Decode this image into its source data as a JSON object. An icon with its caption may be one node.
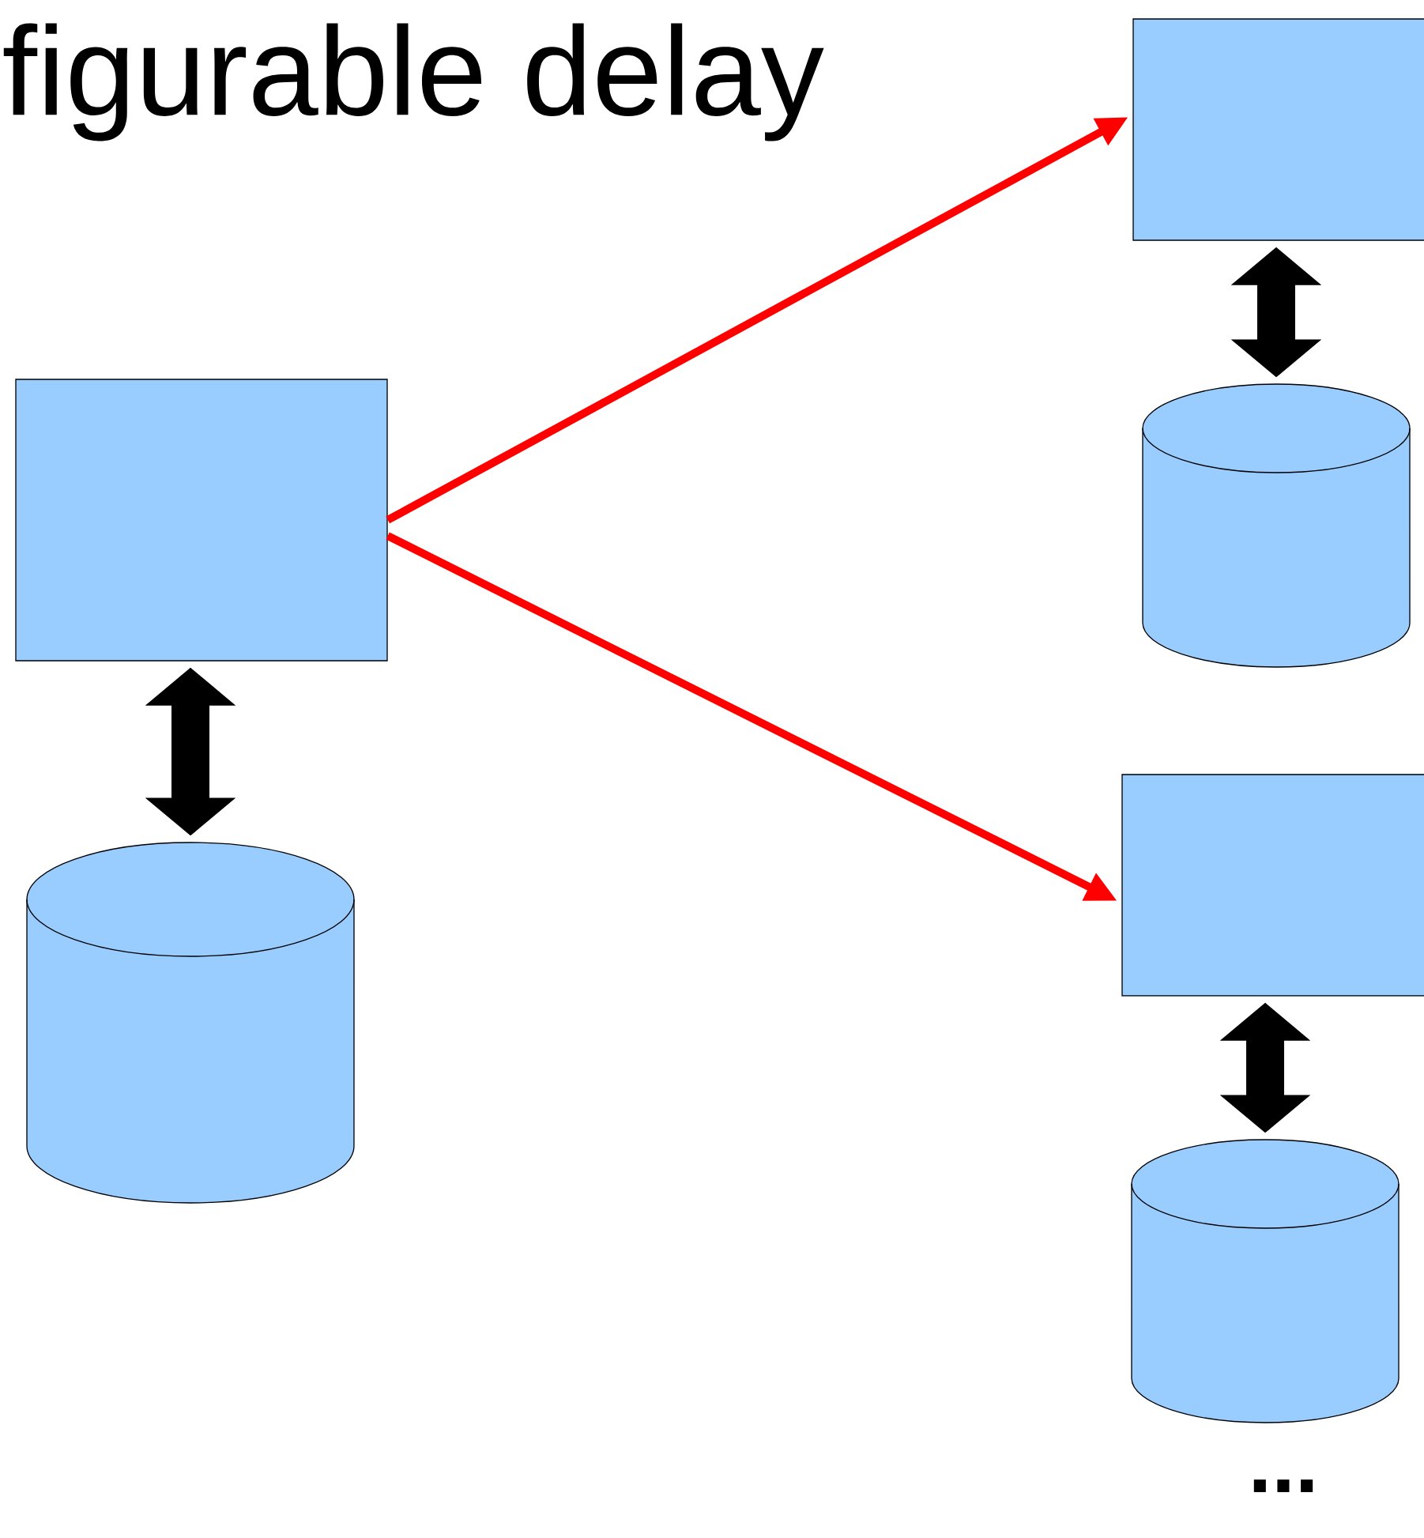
{
  "diagram": {
    "title": "figurable delay",
    "nodes": [
      {
        "text": [],
        "shape": "box"
      },
      {
        "text": [],
        "shape": "cylinder"
      },
      {
        "text": [],
        "shape": "box"
      },
      {
        "text": [],
        "shape": "cylinder"
      },
      {
        "text": [],
        "shape": "box"
      },
      {
        "text": [],
        "shape": "cylinder"
      }
    ],
    "edges": [
      {
        "from": 0,
        "to": 2,
        "arrow": "to",
        "color": "#ff0000"
      },
      {
        "from": 0,
        "to": 4,
        "arrow": "to",
        "color": "#ff0000"
      },
      {
        "from": 0,
        "to": 1,
        "arrow": "both"
      },
      {
        "from": 2,
        "to": 3,
        "arrow": "both"
      },
      {
        "from": 4,
        "to": 5,
        "arrow": "both"
      }
    ],
    "labels": [
      "..."
    ]
  }
}
